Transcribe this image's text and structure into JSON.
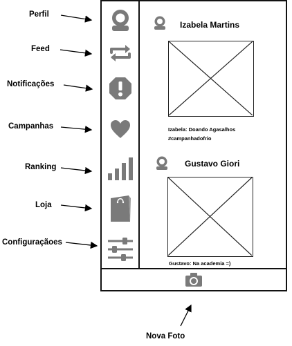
{
  "annotations": {
    "perfil": "Perfil",
    "feed": "Feed",
    "notificacoes": "Notificações",
    "campanhas": "Campanhas",
    "ranking": "Ranking",
    "loja": "Loja",
    "configuracoes": "Configuraçãoes",
    "nova_foto": "Nova Foto"
  },
  "sidebar_icons": [
    "user-icon",
    "repeat-icon",
    "alert-octagon-icon",
    "heart-icon",
    "signal-bars-icon",
    "shopping-bag-icon",
    "sliders-icon"
  ],
  "posts": [
    {
      "author": "Izabela Martins",
      "caption_line1": "Izabela: Doando Agasalhos",
      "caption_line2": "#campanhadofrio"
    },
    {
      "author": "Gustavo Giori",
      "caption_line1": "Gustavo: Na academia =)"
    }
  ],
  "bottom_bar": {
    "icon": "camera-icon"
  },
  "colors": {
    "icon_gray": "#7a7a7a",
    "border": "#111111"
  }
}
